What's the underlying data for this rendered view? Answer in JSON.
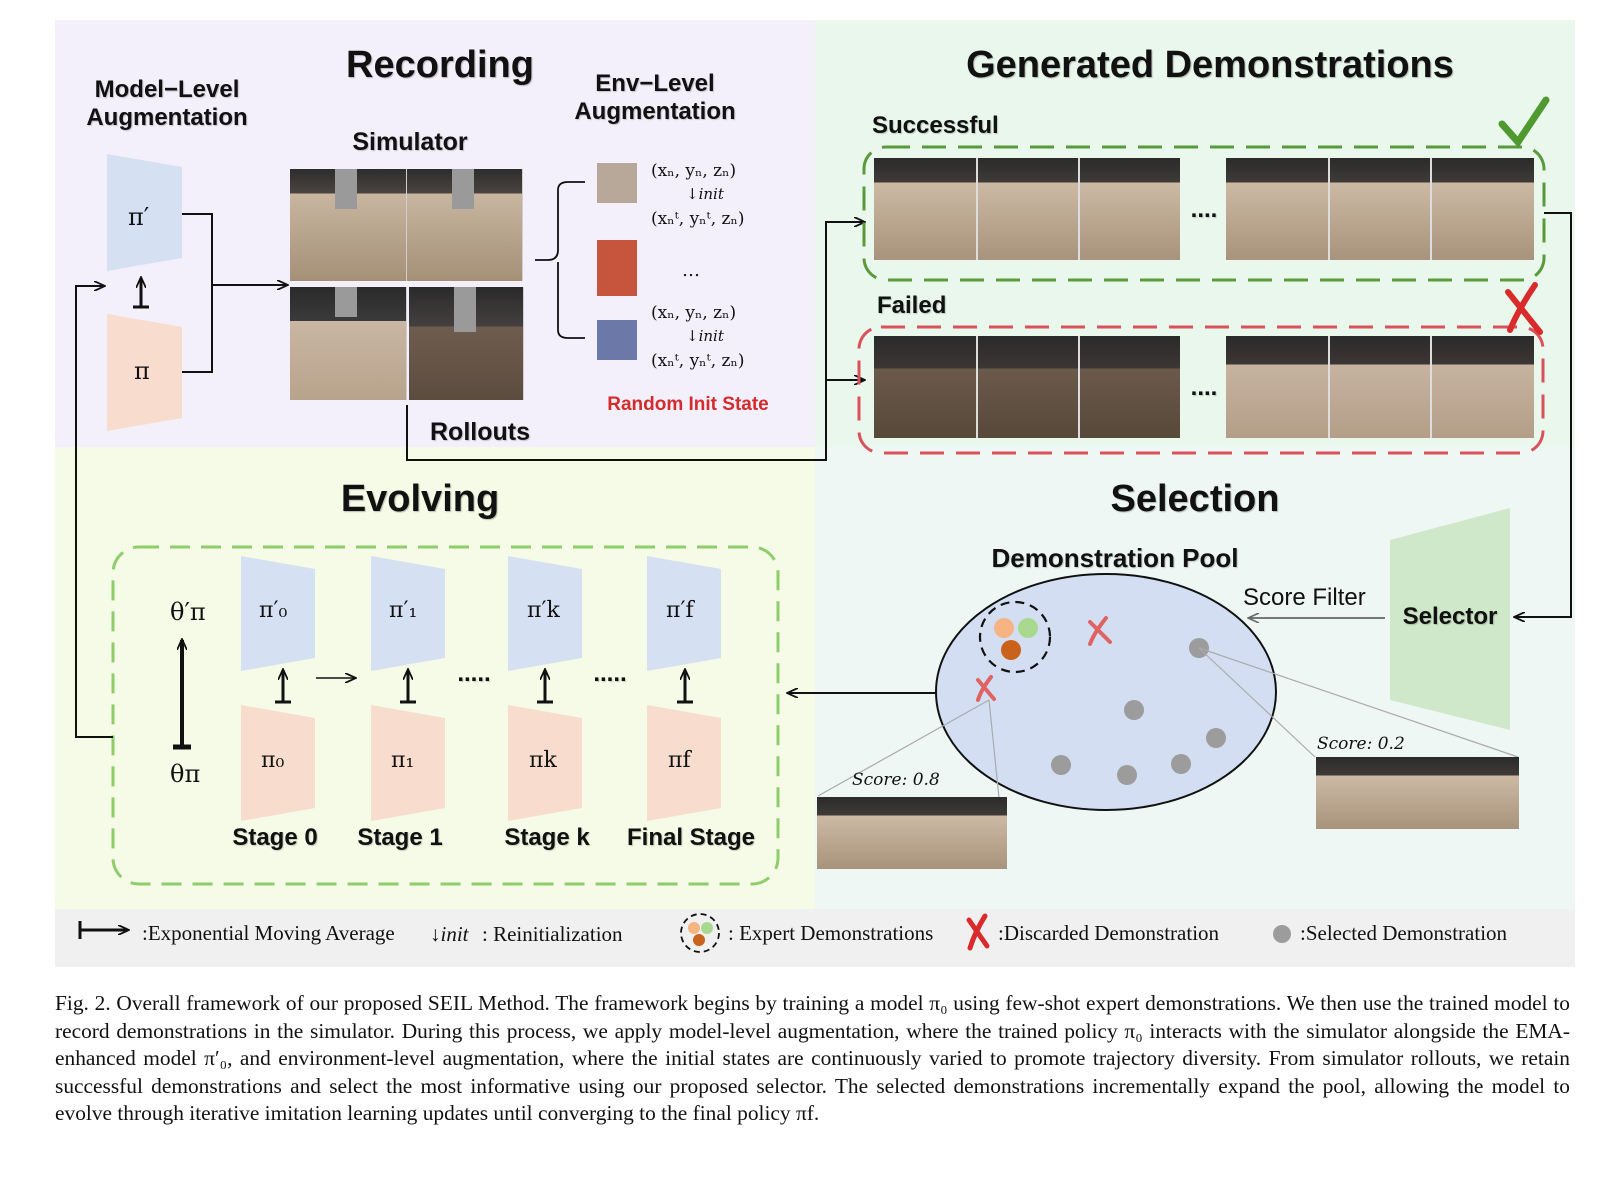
{
  "panels": {
    "recording": {
      "title": "Recording",
      "model_aug": "Model−Level\nAugmentation",
      "simulator": "Simulator",
      "env_aug": "Env−Level\nAugmentation",
      "rollouts": "Rollouts",
      "random_init": "Random Init State",
      "policy_prime": "π′",
      "policy": "π",
      "init_states": [
        {
          "before": "(xₙ, yₙ, zₙ)",
          "arrow": "↓init",
          "after": "(xₙᵗ, yₙᵗ, zₙ)"
        },
        {
          "before": "…",
          "arrow": "",
          "after": ""
        },
        {
          "before": "(xₙ, yₙ, zₙ)",
          "arrow": "↓init",
          "after": "(xₙᵗ, yₙᵗ, zₙ)"
        }
      ]
    },
    "generated": {
      "title": "Generated Demonstrations",
      "successful": "Successful",
      "failed": "Failed",
      "dots": "...."
    },
    "evolving": {
      "title": "Evolving",
      "theta_prime": "θ′π",
      "theta": "θπ",
      "stages": [
        {
          "label": "Stage 0",
          "top": "π′₀",
          "bottom": "π₀"
        },
        {
          "label": "Stage 1",
          "top": "π′₁",
          "bottom": "π₁"
        },
        {
          "label": "Stage k",
          "top": "π′k",
          "bottom": "πk"
        },
        {
          "label": "Final Stage",
          "top": "π′f",
          "bottom": "πf"
        }
      ],
      "dots": "....."
    },
    "selection": {
      "title": "Selection",
      "pool": "Demonstration Pool",
      "score_filter": "Score Filter",
      "selector": "Selector",
      "score_high": "Score: 0.8",
      "score_low": "Score: 0.2"
    }
  },
  "legend": {
    "ema": ":Exponential Moving Average",
    "reinit_prefix": "↓init",
    "reinit": " : Reinitialization",
    "expert": ": Expert Demonstrations",
    "discarded": ":Discarded Demonstration",
    "selected": ":Selected Demonstration"
  },
  "caption": "Fig. 2.   Overall framework of our proposed SEIL Method. The framework begins by training a model π₀ using few-shot expert demonstrations. We then use the trained model to record demonstrations in the simulator. During this process, we apply model-level augmentation, where the trained policy π₀ interacts with the simulator alongside the EMA-enhanced model π′₀, and environment-level augmentation, where the initial states are continuously varied to promote trajectory diversity. From simulator rollouts, we retain successful demonstrations and select the most informative using our proposed selector. The selected demonstrations incrementally expand the pool, allowing the model to evolve through iterative imitation learning updates until converging to the final policy πf.",
  "colors": {
    "recording_bg": "#f3effb",
    "generated_bg": "#e9f7ec",
    "evolving_bg": "#f5fbe6",
    "selection_bg": "#eef7f3",
    "legend_bg": "#f0f0f0",
    "policy_top": "#d6e0f3",
    "policy_bottom": "#f8dccd",
    "success_border": "#5a9a3c",
    "fail_border": "#d9525a",
    "pool_fill": "#d3def3",
    "selector_fill": "#cfe8c9",
    "random_init": "#d42b2b",
    "discard": "#d92b2b",
    "selected_dot": "#9c9c9c"
  }
}
